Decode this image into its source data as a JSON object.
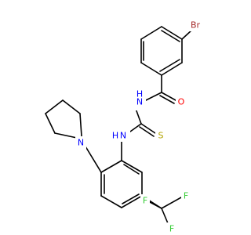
{
  "molecule": {
    "colors": {
      "bond": "#000000",
      "carbon": "#000000",
      "bromine": "#a52a2a",
      "oxygen": "#ff0000",
      "nitrogen": "#0000ff",
      "sulfur": "#b2a300",
      "fluorine": "#33cc33"
    },
    "labels": {
      "br": "Br",
      "o": "O",
      "n_amide": "N",
      "h_amide": "H",
      "s": "S",
      "n_amine": "N",
      "h_amine": "H",
      "n_pyrrolidine": "N",
      "f1": "F",
      "f2": "F",
      "f3": "F"
    }
  }
}
